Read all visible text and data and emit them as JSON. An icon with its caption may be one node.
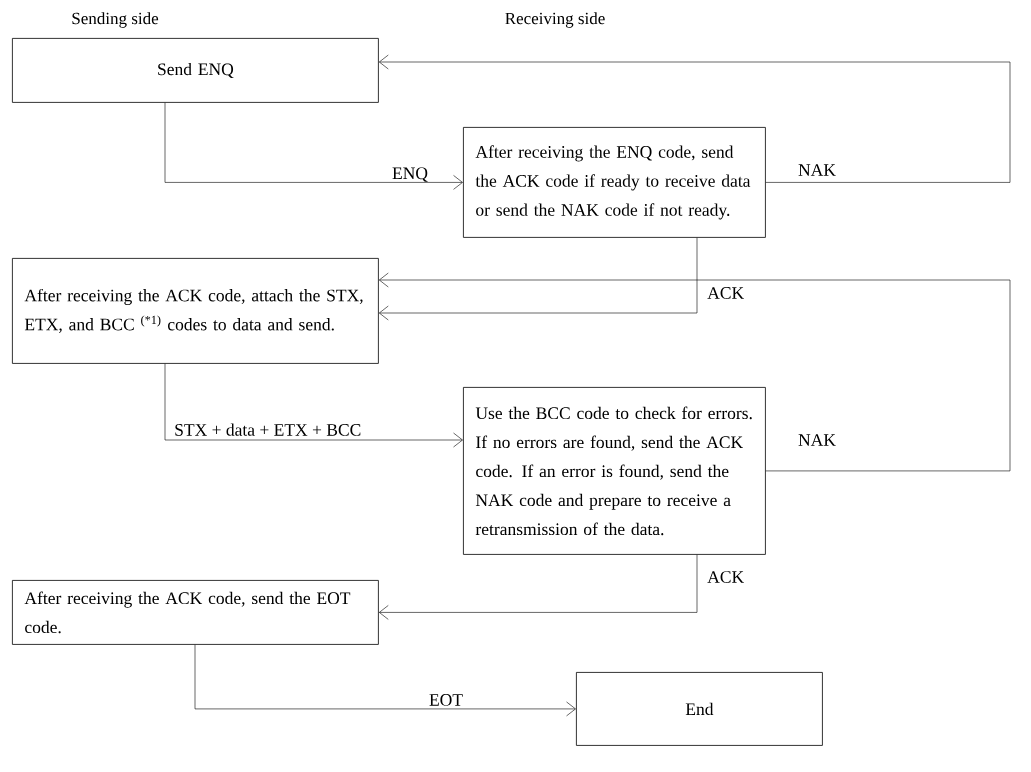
{
  "diagram": {
    "nodes": [
      {
        "text": [
          "Send ENQ"
        ]
      },
      {
        "text": [
          "After receiving the ENQ code, send the ACK code if ready to receive data or send the NAK code if not ready."
        ]
      },
      {
        "text": [
          "After receiving the ACK code, attach the STX, ETX, and BCC $^{(*1)}$ codes to data and send."
        ]
      },
      {
        "text": [
          "Use the BCC code to check for errors.  If no errors are found, send the ACK code. If an error is found, send the NAK code and prepare to receive a retransmission of the data."
        ]
      },
      {
        "text": [
          "After receiving the ACK code, send the EOT code."
        ]
      },
      {
        "text": [
          "End"
        ]
      }
    ],
    "edges": [
      {
        "from": 0,
        "to": 1,
        "arrow": "to",
        "label": "ENQ"
      },
      {
        "from": 1,
        "to": 0,
        "arrow": "to",
        "label": "NAK"
      },
      {
        "from": 1,
        "to": 2,
        "arrow": "to",
        "label": "ACK"
      },
      {
        "from": 2,
        "to": 3,
        "arrow": "to",
        "label": "STX + data + ETX + BCC"
      },
      {
        "from": 3,
        "to": 2,
        "arrow": "to",
        "label": "NAK"
      },
      {
        "from": 3,
        "to": 4,
        "arrow": "to",
        "label": "ACK"
      },
      {
        "from": 4,
        "to": 5,
        "arrow": "to",
        "label": "EOT"
      }
    ],
    "labels": [
      "Sending side",
      "Receiving side"
    ]
  }
}
